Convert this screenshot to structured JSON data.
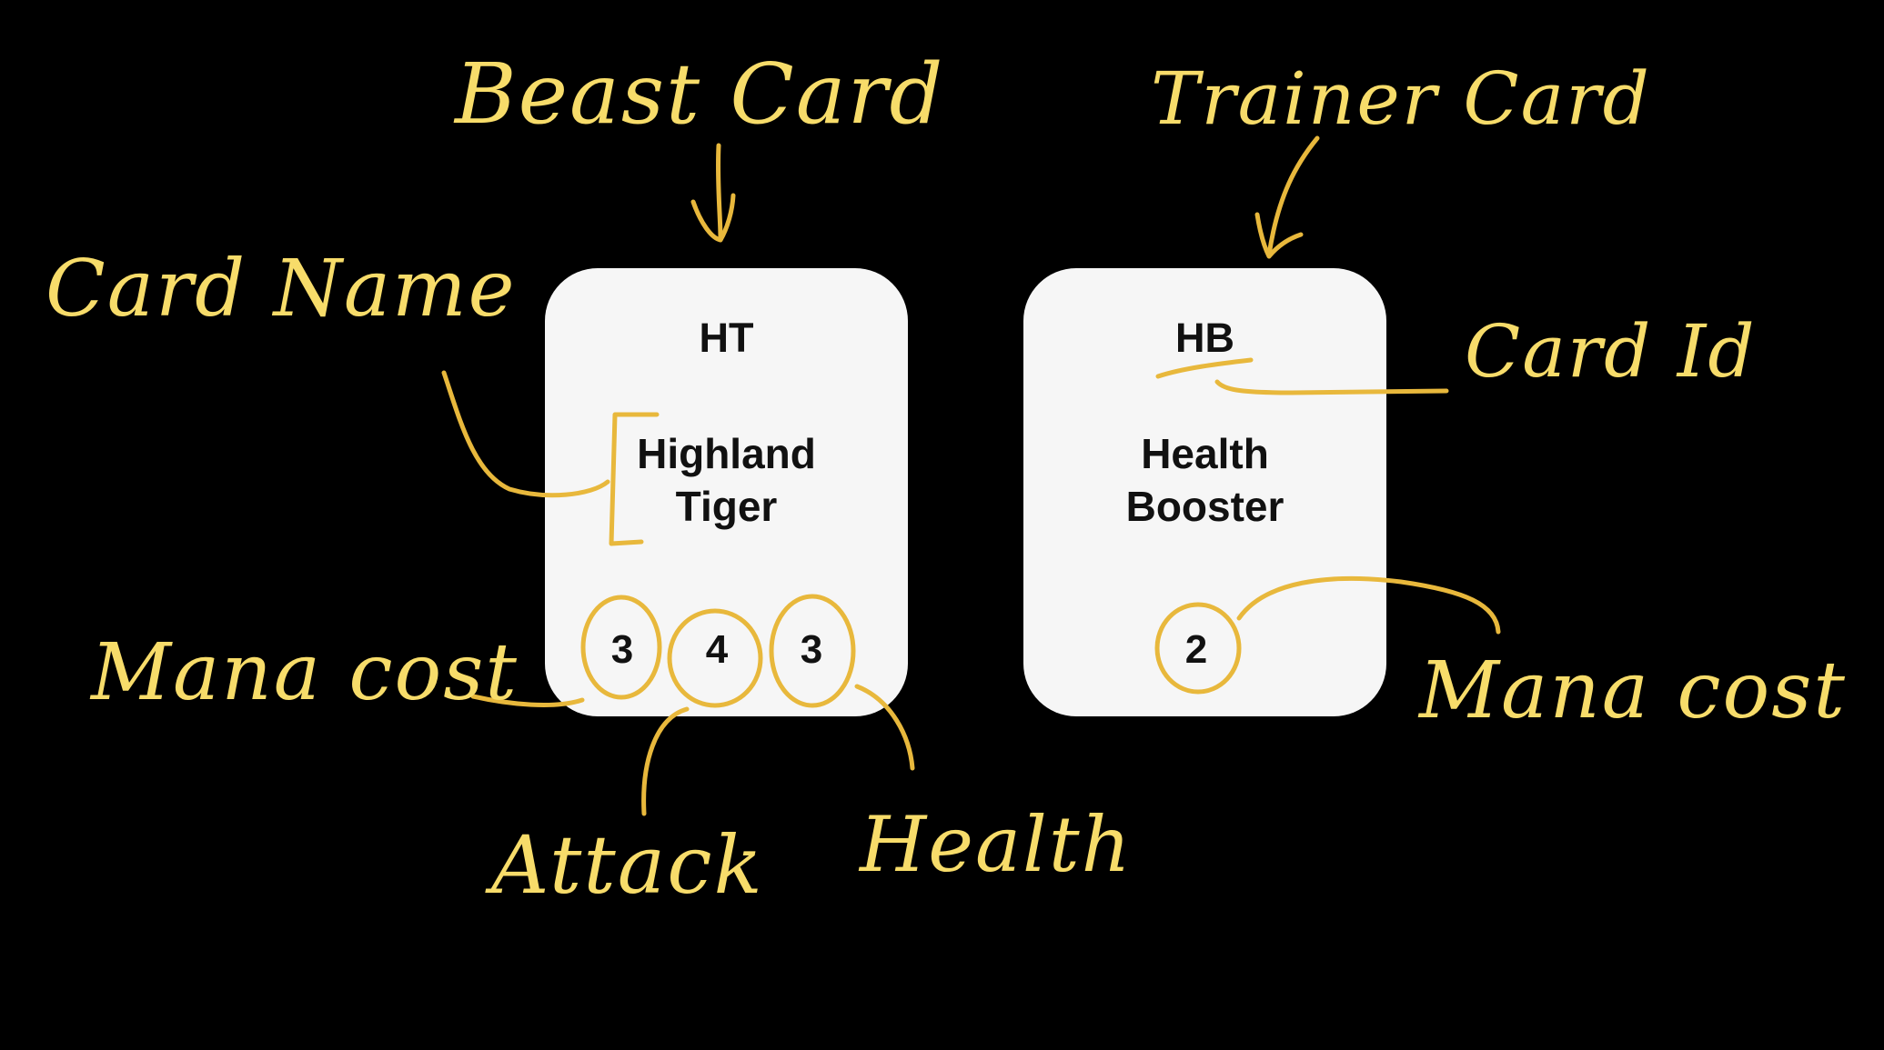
{
  "beast_card": {
    "id": "HT",
    "name_line1": "Highland",
    "name_line2": "Tiger",
    "mana_cost": "3",
    "attack": "4",
    "health": "3"
  },
  "trainer_card": {
    "id": "HB",
    "name_line1": "Health",
    "name_line2": "Booster",
    "mana_cost": "2"
  },
  "annotations": {
    "beast_card": "Beast Card",
    "trainer_card": "Trainer Card",
    "card_name": "Card Name",
    "card_id": "Card Id",
    "mana_cost_left": "Mana cost",
    "mana_cost_right": "Mana cost",
    "attack": "Attack",
    "health": "Health"
  },
  "colors": {
    "background": "#000000",
    "card": "#f6f6f6",
    "annotation": "#f7dc6a",
    "annotation_stroke": "#e8b83c",
    "text": "#111111"
  }
}
